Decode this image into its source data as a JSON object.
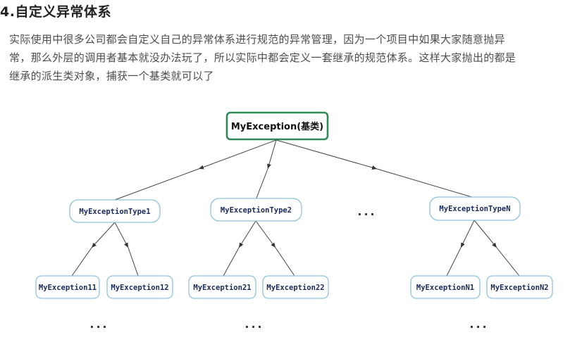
{
  "heading": "4.自定义异常体系",
  "paragraph_lines": [
    "实际使用中很多公司都会自定义自己的异常体系进行规范的异常管理，因为一个项目中如果大家随意抛异",
    "常，那么外层的调用者基本就没办法玩了，所以实际中都会定义一套继承的规范体系。这样大家抛出的都是",
    "继承的派生类对象，捕获一个基类就可以了"
  ],
  "diagram": {
    "root": "MyException(基类)",
    "types": [
      "MyExceptionType1",
      "MyExceptionType2",
      "MyExceptionTypeN"
    ],
    "leaves": [
      "MyException11",
      "MyException12",
      "MyException21",
      "MyException22",
      "MyExceptionN1",
      "MyExceptionN2"
    ],
    "ellipsis": "..."
  }
}
